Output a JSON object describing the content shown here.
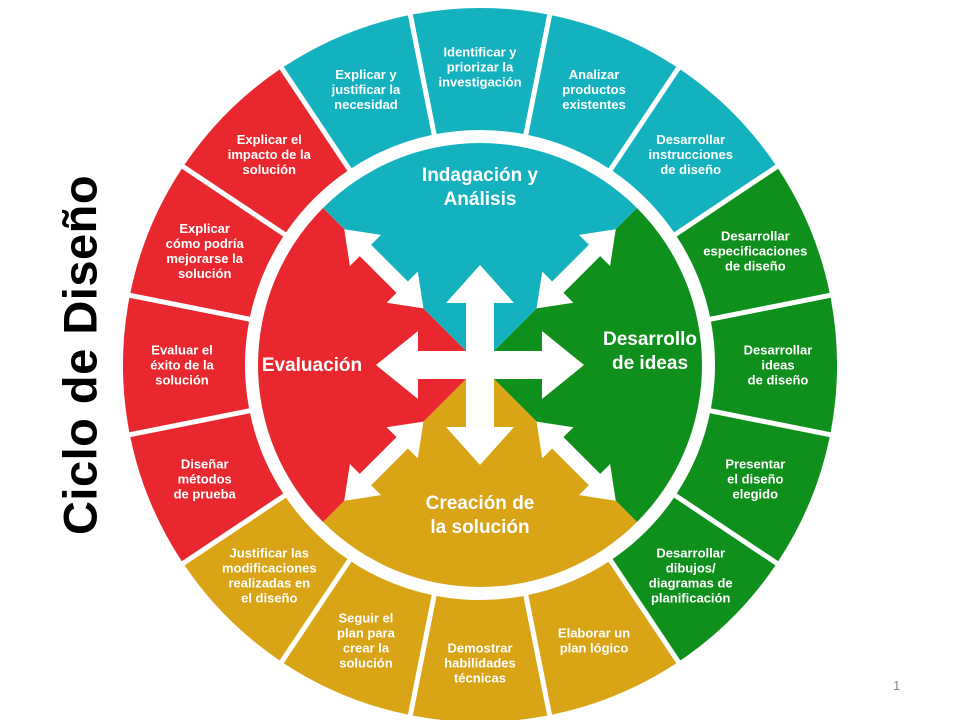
{
  "title": "Ciclo de Diseño",
  "slide_number": "1",
  "colors": {
    "indagacion": "#14b2be",
    "desarrollo": "#0f8f1c",
    "creacion": "#d9a416",
    "evaluacion": "#e8282e",
    "arrows": "#ffffff"
  },
  "phases": [
    {
      "id": "indagacion",
      "lines": [
        "Indagación y",
        "Análisis"
      ]
    },
    {
      "id": "desarrollo",
      "lines": [
        "Desarrollo",
        "de ideas"
      ]
    },
    {
      "id": "creacion",
      "lines": [
        "Creación de",
        "la solución"
      ]
    },
    {
      "id": "evaluacion",
      "lines": [
        "Evaluación"
      ]
    }
  ],
  "segments": [
    {
      "phase": "indagacion",
      "lines": [
        "Identificar y",
        "priorizar la",
        "investigación"
      ]
    },
    {
      "phase": "indagacion",
      "lines": [
        "Analizar",
        "productos",
        "existentes"
      ]
    },
    {
      "phase": "indagacion",
      "lines": [
        "Desarrollar",
        "instrucciones",
        "de diseño"
      ]
    },
    {
      "phase": "desarrollo",
      "lines": [
        "Desarrollar",
        "especificaciones",
        "de diseño"
      ]
    },
    {
      "phase": "desarrollo",
      "lines": [
        "Desarrollar",
        "ideas",
        "de diseño"
      ]
    },
    {
      "phase": "desarrollo",
      "lines": [
        "Presentar",
        "el diseño",
        "elegido"
      ]
    },
    {
      "phase": "desarrollo",
      "lines": [
        "Desarrollar",
        "dibujos/",
        "diagramas de",
        "planificación"
      ]
    },
    {
      "phase": "creacion",
      "lines": [
        "Elaborar un",
        "plan lógico"
      ]
    },
    {
      "phase": "creacion",
      "lines": [
        "Demostrar",
        "habilidades",
        "técnicas"
      ]
    },
    {
      "phase": "creacion",
      "lines": [
        "Seguir el",
        "plan para",
        "crear la",
        "solución"
      ]
    },
    {
      "phase": "creacion",
      "lines": [
        "Justificar las",
        "modificaciones",
        "realizadas en",
        "el diseño"
      ]
    },
    {
      "phase": "evaluacion",
      "lines": [
        "Diseñar",
        "métodos",
        "de prueba"
      ]
    },
    {
      "phase": "evaluacion",
      "lines": [
        "Evaluar el",
        "éxito de la",
        "solución"
      ]
    },
    {
      "phase": "evaluacion",
      "lines": [
        "Explicar",
        "cómo podría",
        "mejorarse la",
        "solución"
      ]
    },
    {
      "phase": "evaluacion",
      "lines": [
        "Explicar el",
        "impacto de la",
        "solución"
      ]
    },
    {
      "phase": "indagacion",
      "lines": [
        "Explicar y",
        "justificar la",
        "necesidad"
      ]
    }
  ]
}
